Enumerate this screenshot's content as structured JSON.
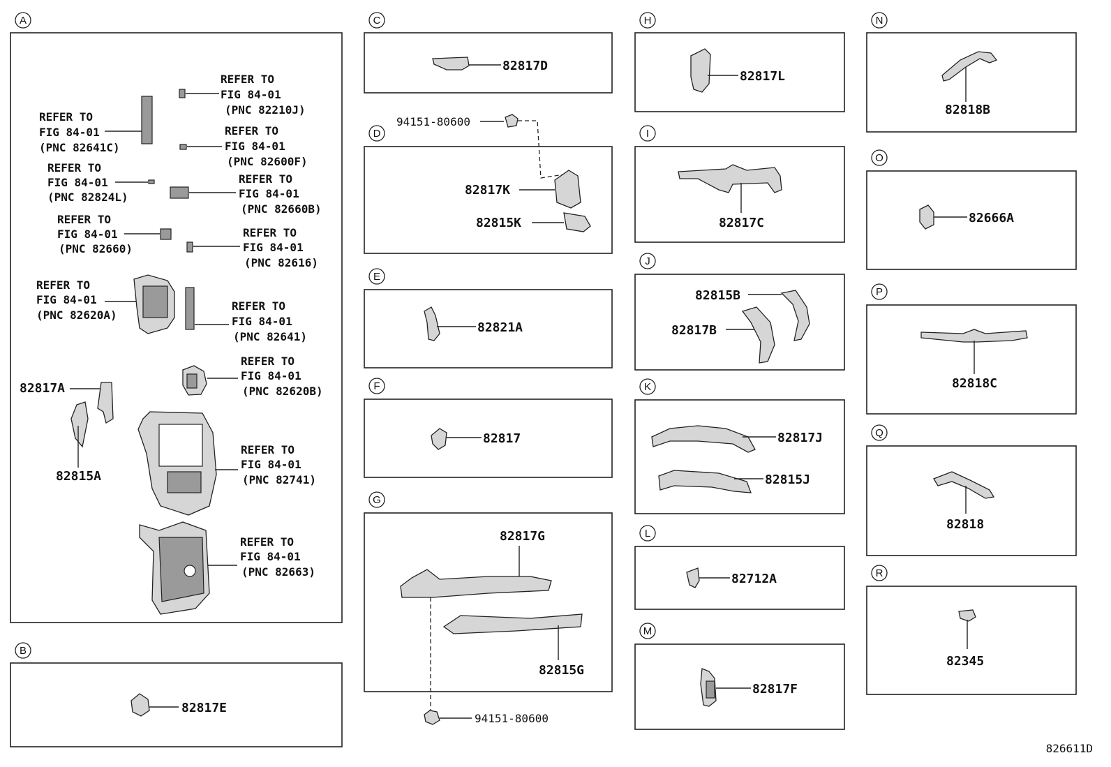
{
  "sections": {
    "A": {
      "letter": "A",
      "refs": [
        {
          "l1": "REFER TO",
          "l2": "FIG 84-01",
          "l3": "(PNC 82210J)"
        },
        {
          "l1": "REFER TO",
          "l2": "FIG 84-01",
          "l3": "(PNC 82641C)"
        },
        {
          "l1": "REFER TO",
          "l2": "FIG 84-01",
          "l3": "(PNC 82600F)"
        },
        {
          "l1": "REFER TO",
          "l2": "FIG 84-01",
          "l3": "(PNC 82824L)"
        },
        {
          "l1": "REFER TO",
          "l2": "FIG 84-01",
          "l3": "(PNC 82660B)"
        },
        {
          "l1": "REFER TO",
          "l2": "FIG 84-01",
          "l3": "(PNC 82660)"
        },
        {
          "l1": "REFER TO",
          "l2": "FIG 84-01",
          "l3": "(PNC 82616)"
        },
        {
          "l1": "REFER TO",
          "l2": "FIG 84-01",
          "l3": "(PNC 82620A)"
        },
        {
          "l1": "REFER TO",
          "l2": "FIG 84-01",
          "l3": "(PNC 82641)"
        },
        {
          "l1": "REFER TO",
          "l2": "FIG 84-01",
          "l3": "(PNC 82620B)"
        },
        {
          "l1": "REFER TO",
          "l2": "FIG 84-01",
          "l3": "(PNC 82741)"
        },
        {
          "l1": "REFER TO",
          "l2": "FIG 84-01",
          "l3": "(PNC 82663)"
        }
      ],
      "parts": [
        "82817A",
        "82815A"
      ]
    },
    "B": {
      "letter": "B",
      "parts": [
        "82817E"
      ]
    },
    "C": {
      "letter": "C",
      "parts": [
        "82817D"
      ]
    },
    "D": {
      "letter": "D",
      "parts": [
        "94151-80600",
        "82817K",
        "82815K"
      ]
    },
    "E": {
      "letter": "E",
      "parts": [
        "82821A"
      ]
    },
    "F": {
      "letter": "F",
      "parts": [
        "82817"
      ]
    },
    "G": {
      "letter": "G",
      "parts": [
        "82817G",
        "82815G",
        "94151-80600"
      ]
    },
    "H": {
      "letter": "H",
      "parts": [
        "82817L"
      ]
    },
    "I": {
      "letter": "I",
      "parts": [
        "82817C"
      ]
    },
    "J": {
      "letter": "J",
      "parts": [
        "82815B",
        "82817B"
      ]
    },
    "K": {
      "letter": "K",
      "parts": [
        "82817J",
        "82815J"
      ]
    },
    "L": {
      "letter": "L",
      "parts": [
        "82712A"
      ]
    },
    "M": {
      "letter": "M",
      "parts": [
        "82817F"
      ]
    },
    "N": {
      "letter": "N",
      "parts": [
        "82818B"
      ]
    },
    "O": {
      "letter": "O",
      "parts": [
        "82666A"
      ]
    },
    "P": {
      "letter": "P",
      "parts": [
        "82818C"
      ]
    },
    "Q": {
      "letter": "Q",
      "parts": [
        "82818"
      ]
    },
    "R": {
      "letter": "R",
      "parts": [
        "82345"
      ]
    }
  },
  "diagram_id": "826611D"
}
